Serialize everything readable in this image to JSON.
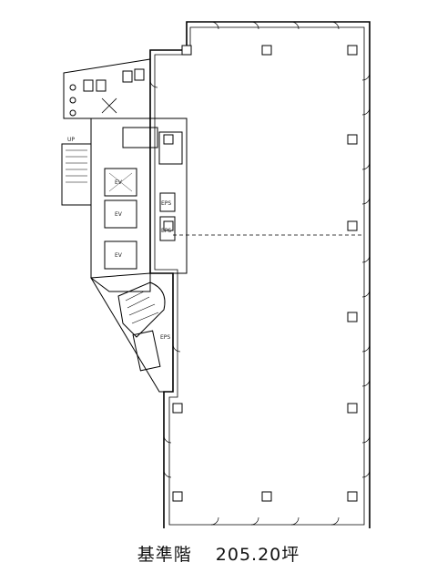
{
  "caption": {
    "floor": "基準階",
    "area": "205.20坪"
  },
  "labels": {
    "up": "UP",
    "eps1": "EPS",
    "eps2": "EPS",
    "eps3": "EPS",
    "ev1": "EV",
    "ev2": "EV",
    "ev3": "EV"
  }
}
